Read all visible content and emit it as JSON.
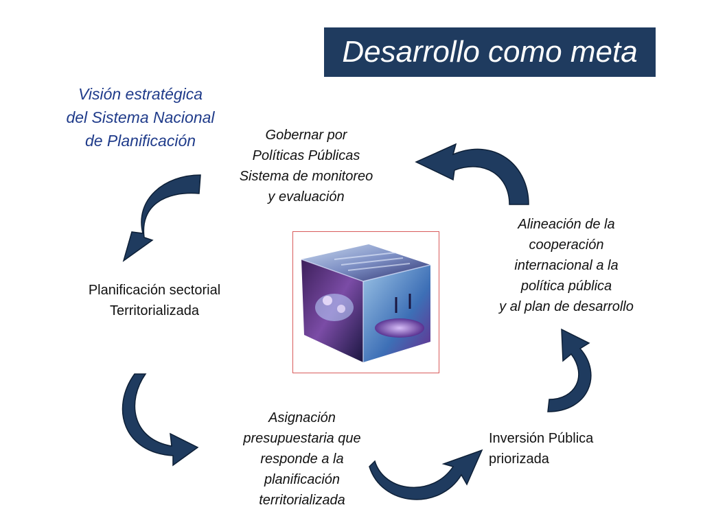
{
  "title": "Desarrollo como meta",
  "subtitle_lines": [
    "Visión estratégica",
    "del Sistema Nacional",
    "de Planificación"
  ],
  "nodes": {
    "top": [
      "Gobernar por",
      "Políticas Públicas",
      "Sistema de monitoreo",
      "y evaluación"
    ],
    "right": [
      "Alineación de la",
      "cooperación",
      "internacional a la",
      "política pública",
      "y al plan de desarrollo"
    ],
    "left": [
      "Planificación sectorial",
      "Territorializada"
    ],
    "bottom": [
      "Asignación",
      "presupuestaria que",
      "responde a la",
      "planificación",
      "territorializada"
    ],
    "bottomright": [
      "Inversión Pública",
      "priorizada"
    ]
  },
  "colors": {
    "title_bg": "#1f3b5f",
    "subtitle": "#1f3b8a",
    "arrow": "#1f3b5f",
    "frame": "#d85a5a"
  },
  "center_image": "cube-collage-icon"
}
